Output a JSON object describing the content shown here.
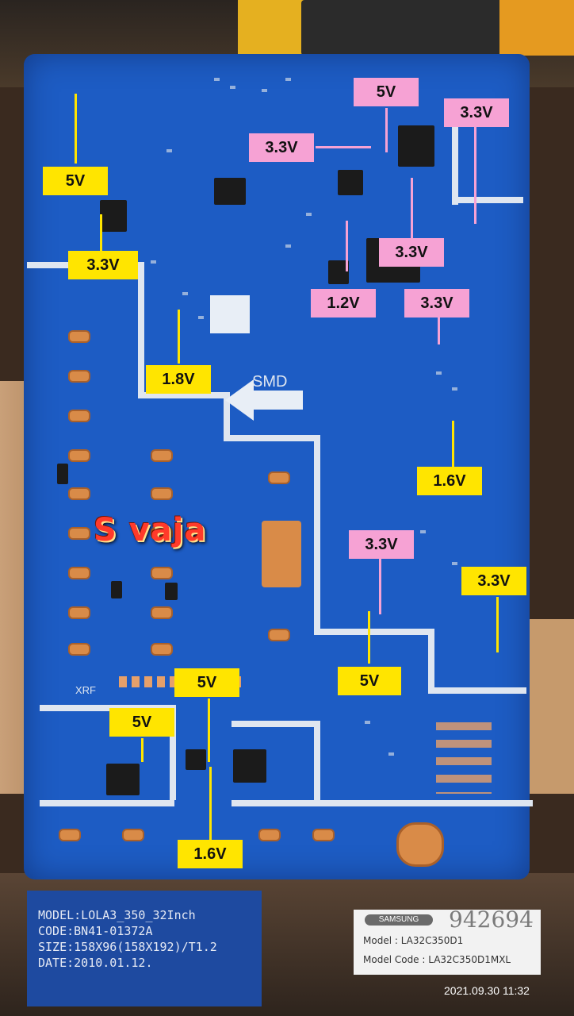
{
  "watermark": "S vaja",
  "board_text": {
    "smd": "SMD",
    "xrf": "XRF"
  },
  "voltage_labels": {
    "yellow": [
      "5V",
      "3.3V",
      "1.8V",
      "1.6V",
      "3.3V",
      "5V",
      "5V",
      "5V",
      "1.6V"
    ],
    "pink": [
      "5V",
      "3.3V",
      "3.3V",
      "3.3V",
      "1.2V",
      "3.3V",
      "3.3V"
    ]
  },
  "sticker": {
    "model": "MODEL:LOLA3_350_32Inch",
    "code": "CODE:BN41-01372A",
    "size": "SIZE:158X96(158X192)/T1.2",
    "date": "DATE:2010.01.12."
  },
  "label_card": {
    "brand": "SAMSUNG",
    "handwritten": "942694",
    "model": "Model : LA32C350D1",
    "model_code": "Model Code : LA32C350D1MXL"
  },
  "timestamp": "2021.09.30 11:32",
  "colors": {
    "board": "#1d5cc4",
    "yellow_label": "#ffe500",
    "pink_label": "#f6a2d4",
    "watermark": "#ff3a2a"
  }
}
